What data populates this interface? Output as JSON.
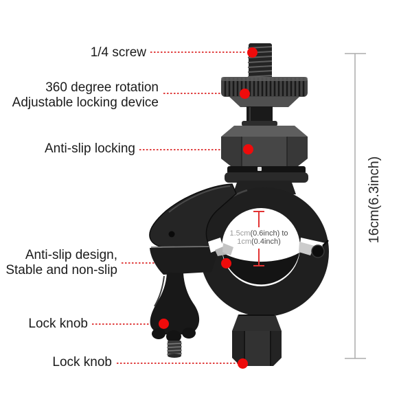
{
  "callouts": {
    "screw": {
      "label": "1/4 screw"
    },
    "rotation": {
      "line1": "360 degree rotation",
      "line2": "Adjustable locking device"
    },
    "antislip_locking": {
      "label": "Anti-slip locking"
    },
    "antislip_design": {
      "line1": "Anti-slip design,",
      "line2": "Stable and non-slip"
    },
    "lock_knob_upper": {
      "label": "Lock knob"
    },
    "lock_knob_lower": {
      "label": "Lock knob"
    }
  },
  "measurements": {
    "clamp_inner_line1_value": "1.5cm",
    "clamp_inner_line1_unit": "(0.6inch) to",
    "clamp_inner_line2_value": "1cm",
    "clamp_inner_line2_unit": "(0.4inch)",
    "overall_height": "16cm(6.3inch)"
  },
  "colors": {
    "marker_red": "#ee0b0b",
    "leader_red": "#e04040",
    "dimension_red": "#e23333",
    "dimension_gray": "#ababab",
    "label_text": "#1b1b1b",
    "product_black": "#1f1f1f",
    "background": "#ffffff"
  }
}
